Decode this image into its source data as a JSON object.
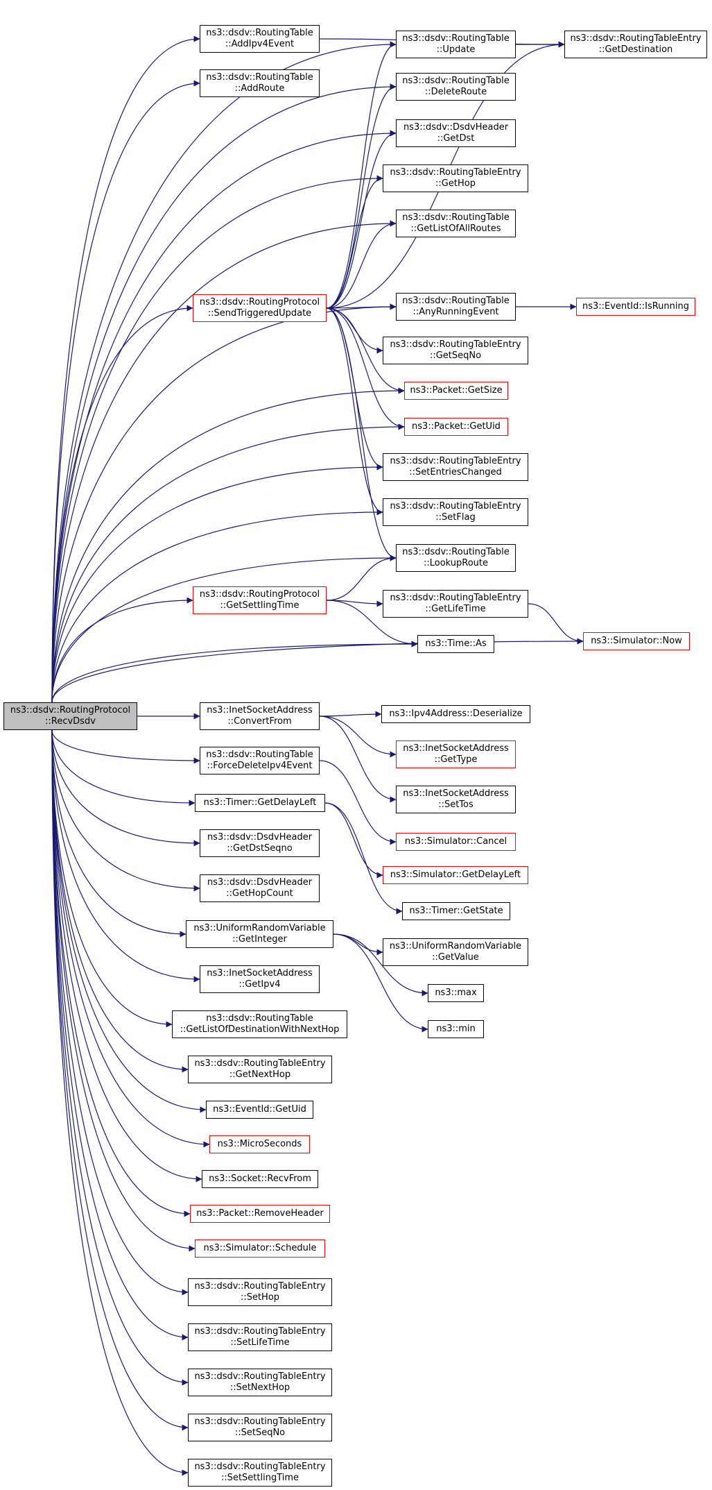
{
  "colors": {
    "edge": "#191970",
    "node_border": "#000000",
    "node_border_incomplete": "#ff0000",
    "root_fill": "#bfbfbf",
    "node_fill": "#ffffff"
  },
  "graph": {
    "root": {
      "id": "RecvDsdv",
      "lines": [
        "ns3::dsdv::RoutingProtocol",
        "::RecvDsdv"
      ]
    },
    "nodes": [
      {
        "id": "AddIpv4Event",
        "lines": [
          "ns3::dsdv::RoutingTable",
          "::AddIpv4Event"
        ],
        "red": false
      },
      {
        "id": "AddRoute",
        "lines": [
          "ns3::dsdv::RoutingTable",
          "::AddRoute"
        ],
        "red": false
      },
      {
        "id": "SendTriggeredUpdate",
        "lines": [
          "ns3::dsdv::RoutingProtocol",
          "::SendTriggeredUpdate"
        ],
        "red": true
      },
      {
        "id": "RT_Update",
        "lines": [
          "ns3::dsdv::RoutingTable",
          "::Update"
        ],
        "red": false
      },
      {
        "id": "RTE_GetDestination",
        "lines": [
          "ns3::dsdv::RoutingTableEntry",
          "::GetDestination"
        ],
        "red": false
      },
      {
        "id": "DeleteRoute",
        "lines": [
          "ns3::dsdv::RoutingTable",
          "::DeleteRoute"
        ],
        "red": false
      },
      {
        "id": "Hdr_GetDst",
        "lines": [
          "ns3::dsdv::DsdvHeader",
          "::GetDst"
        ],
        "red": false
      },
      {
        "id": "RTE_GetHop",
        "lines": [
          "ns3::dsdv::RoutingTableEntry",
          "::GetHop"
        ],
        "red": false
      },
      {
        "id": "GetListOfAllRoutes",
        "lines": [
          "ns3::dsdv::RoutingTable",
          "::GetListOfAllRoutes"
        ],
        "red": false
      },
      {
        "id": "AnyRunningEvent",
        "lines": [
          "ns3::dsdv::RoutingTable",
          "::AnyRunningEvent"
        ],
        "red": false
      },
      {
        "id": "EventId_IsRunning",
        "lines": [
          "ns3::EventId::IsRunning"
        ],
        "red": true
      },
      {
        "id": "RTE_GetSeqNo",
        "lines": [
          "ns3::dsdv::RoutingTableEntry",
          "::GetSeqNo"
        ],
        "red": false
      },
      {
        "id": "Packet_GetSize",
        "lines": [
          "ns3::Packet::GetSize"
        ],
        "red": true
      },
      {
        "id": "Packet_GetUid",
        "lines": [
          "ns3::Packet::GetUid"
        ],
        "red": true
      },
      {
        "id": "SetEntriesChanged",
        "lines": [
          "ns3::dsdv::RoutingTableEntry",
          "::SetEntriesChanged"
        ],
        "red": false
      },
      {
        "id": "RTE_SetFlag",
        "lines": [
          "ns3::dsdv::RoutingTableEntry",
          "::SetFlag"
        ],
        "red": false
      },
      {
        "id": "LookupRoute",
        "lines": [
          "ns3::dsdv::RoutingTable",
          "::LookupRoute"
        ],
        "red": false
      },
      {
        "id": "GetSettlingTime",
        "lines": [
          "ns3::dsdv::RoutingProtocol",
          "::GetSettlingTime"
        ],
        "red": true
      },
      {
        "id": "RTE_GetLifeTime",
        "lines": [
          "ns3::dsdv::RoutingTableEntry",
          "::GetLifeTime"
        ],
        "red": false
      },
      {
        "id": "Time_As",
        "lines": [
          "ns3::Time::As"
        ],
        "red": false
      },
      {
        "id": "Simulator_Now",
        "lines": [
          "ns3::Simulator::Now"
        ],
        "red": true
      },
      {
        "id": "ConvertFrom",
        "lines": [
          "ns3::InetSocketAddress",
          "::ConvertFrom"
        ],
        "red": false
      },
      {
        "id": "Ipv4_Deserialize",
        "lines": [
          "ns3::Ipv4Address::Deserialize"
        ],
        "red": false
      },
      {
        "id": "ISA_GetType",
        "lines": [
          "ns3::InetSocketAddress",
          "::GetType"
        ],
        "red": true
      },
      {
        "id": "ISA_SetTos",
        "lines": [
          "ns3::InetSocketAddress",
          "::SetTos"
        ],
        "red": false
      },
      {
        "id": "ForceDeleteIpv4Event",
        "lines": [
          "ns3::dsdv::RoutingTable",
          "::ForceDeleteIpv4Event"
        ],
        "red": false
      },
      {
        "id": "Timer_GetDelayLeft",
        "lines": [
          "ns3::Timer::GetDelayLeft"
        ],
        "red": false
      },
      {
        "id": "Simulator_Cancel",
        "lines": [
          "ns3::Simulator::Cancel"
        ],
        "red": true
      },
      {
        "id": "Simulator_GetDelayLeft",
        "lines": [
          "ns3::Simulator::GetDelayLeft"
        ],
        "red": true
      },
      {
        "id": "Timer_GetState",
        "lines": [
          "ns3::Timer::GetState"
        ],
        "red": false
      },
      {
        "id": "Hdr_GetDstSeqno",
        "lines": [
          "ns3::dsdv::DsdvHeader",
          "::GetDstSeqno"
        ],
        "red": false
      },
      {
        "id": "Hdr_GetHopCount",
        "lines": [
          "ns3::dsdv::DsdvHeader",
          "::GetHopCount"
        ],
        "red": false
      },
      {
        "id": "URV_GetInteger",
        "lines": [
          "ns3::UniformRandomVariable",
          "::GetInteger"
        ],
        "red": false
      },
      {
        "id": "URV_GetValue",
        "lines": [
          "ns3::UniformRandomVariable",
          "::GetValue"
        ],
        "red": false
      },
      {
        "id": "ns3_max",
        "lines": [
          "ns3::max"
        ],
        "red": false
      },
      {
        "id": "ns3_min",
        "lines": [
          "ns3::min"
        ],
        "red": false
      },
      {
        "id": "ISA_GetIpv4",
        "lines": [
          "ns3::InetSocketAddress",
          "::GetIpv4"
        ],
        "red": false
      },
      {
        "id": "GetListOfDestinationWithNextHop",
        "lines": [
          "ns3::dsdv::RoutingTable",
          "::GetListOfDestinationWithNextHop"
        ],
        "red": false
      },
      {
        "id": "RTE_GetNextHop",
        "lines": [
          "ns3::dsdv::RoutingTableEntry",
          "::GetNextHop"
        ],
        "red": false
      },
      {
        "id": "EventId_GetUid",
        "lines": [
          "ns3::EventId::GetUid"
        ],
        "red": false
      },
      {
        "id": "MicroSeconds",
        "lines": [
          "ns3::MicroSeconds"
        ],
        "red": true
      },
      {
        "id": "Socket_RecvFrom",
        "lines": [
          "ns3::Socket::RecvFrom"
        ],
        "red": false
      },
      {
        "id": "Packet_RemoveHeader",
        "lines": [
          "ns3::Packet::RemoveHeader"
        ],
        "red": true
      },
      {
        "id": "Simulator_Schedule",
        "lines": [
          "ns3::Simulator::Schedule"
        ],
        "red": true
      },
      {
        "id": "RTE_SetHop",
        "lines": [
          "ns3::dsdv::RoutingTableEntry",
          "::SetHop"
        ],
        "red": false
      },
      {
        "id": "RTE_SetLifeTime",
        "lines": [
          "ns3::dsdv::RoutingTableEntry",
          "::SetLifeTime"
        ],
        "red": false
      },
      {
        "id": "RTE_SetNextHop",
        "lines": [
          "ns3::dsdv::RoutingTableEntry",
          "::SetNextHop"
        ],
        "red": false
      },
      {
        "id": "RTE_SetSeqNo",
        "lines": [
          "ns3::dsdv::RoutingTableEntry",
          "::SetSeqNo"
        ],
        "red": false
      },
      {
        "id": "RTE_SetSettlingTime",
        "lines": [
          "ns3::dsdv::RoutingTableEntry",
          "::SetSettlingTime"
        ],
        "red": false
      }
    ],
    "edges": [
      [
        "RecvDsdv",
        "AddIpv4Event"
      ],
      [
        "RecvDsdv",
        "AddRoute"
      ],
      [
        "RecvDsdv",
        "RT_Update"
      ],
      [
        "RecvDsdv",
        "DeleteRoute"
      ],
      [
        "RecvDsdv",
        "Hdr_GetDst"
      ],
      [
        "RecvDsdv",
        "RTE_GetHop"
      ],
      [
        "RecvDsdv",
        "GetListOfAllRoutes"
      ],
      [
        "RecvDsdv",
        "SendTriggeredUpdate"
      ],
      [
        "RecvDsdv",
        "AnyRunningEvent"
      ],
      [
        "RecvDsdv",
        "Packet_GetSize"
      ],
      [
        "RecvDsdv",
        "Packet_GetUid"
      ],
      [
        "RecvDsdv",
        "SetEntriesChanged"
      ],
      [
        "RecvDsdv",
        "RTE_SetFlag"
      ],
      [
        "RecvDsdv",
        "LookupRoute"
      ],
      [
        "RecvDsdv",
        "GetSettlingTime"
      ],
      [
        "RecvDsdv",
        "Time_As"
      ],
      [
        "RecvDsdv",
        "Simulator_Now"
      ],
      [
        "RecvDsdv",
        "ConvertFrom"
      ],
      [
        "RecvDsdv",
        "ForceDeleteIpv4Event"
      ],
      [
        "RecvDsdv",
        "Timer_GetDelayLeft"
      ],
      [
        "RecvDsdv",
        "Hdr_GetDstSeqno"
      ],
      [
        "RecvDsdv",
        "Hdr_GetHopCount"
      ],
      [
        "RecvDsdv",
        "URV_GetInteger"
      ],
      [
        "RecvDsdv",
        "ISA_GetIpv4"
      ],
      [
        "RecvDsdv",
        "GetListOfDestinationWithNextHop"
      ],
      [
        "RecvDsdv",
        "RTE_GetNextHop"
      ],
      [
        "RecvDsdv",
        "EventId_GetUid"
      ],
      [
        "RecvDsdv",
        "MicroSeconds"
      ],
      [
        "RecvDsdv",
        "Socket_RecvFrom"
      ],
      [
        "RecvDsdv",
        "Packet_RemoveHeader"
      ],
      [
        "RecvDsdv",
        "Simulator_Schedule"
      ],
      [
        "RecvDsdv",
        "RTE_SetHop"
      ],
      [
        "RecvDsdv",
        "RTE_SetLifeTime"
      ],
      [
        "RecvDsdv",
        "RTE_SetNextHop"
      ],
      [
        "RecvDsdv",
        "RTE_SetSeqNo"
      ],
      [
        "RecvDsdv",
        "RTE_SetSettlingTime"
      ],
      [
        "AddIpv4Event",
        "RTE_GetDestination"
      ],
      [
        "RT_Update",
        "RTE_GetDestination"
      ],
      [
        "SendTriggeredUpdate",
        "RT_Update"
      ],
      [
        "SendTriggeredUpdate",
        "DeleteRoute"
      ],
      [
        "SendTriggeredUpdate",
        "Hdr_GetDst"
      ],
      [
        "SendTriggeredUpdate",
        "RTE_GetHop"
      ],
      [
        "SendTriggeredUpdate",
        "GetListOfAllRoutes"
      ],
      [
        "SendTriggeredUpdate",
        "RTE_GetDestination"
      ],
      [
        "SendTriggeredUpdate",
        "AnyRunningEvent"
      ],
      [
        "SendTriggeredUpdate",
        "RTE_GetSeqNo"
      ],
      [
        "SendTriggeredUpdate",
        "Packet_GetSize"
      ],
      [
        "SendTriggeredUpdate",
        "Packet_GetUid"
      ],
      [
        "SendTriggeredUpdate",
        "SetEntriesChanged"
      ],
      [
        "SendTriggeredUpdate",
        "RTE_SetFlag"
      ],
      [
        "SendTriggeredUpdate",
        "LookupRoute"
      ],
      [
        "AnyRunningEvent",
        "EventId_IsRunning"
      ],
      [
        "GetSettlingTime",
        "LookupRoute"
      ],
      [
        "GetSettlingTime",
        "RTE_GetLifeTime"
      ],
      [
        "GetSettlingTime",
        "Time_As"
      ],
      [
        "RTE_GetLifeTime",
        "Simulator_Now"
      ],
      [
        "ConvertFrom",
        "Ipv4_Deserialize"
      ],
      [
        "ConvertFrom",
        "ISA_GetType"
      ],
      [
        "ConvertFrom",
        "ISA_SetTos"
      ],
      [
        "ForceDeleteIpv4Event",
        "Simulator_Cancel"
      ],
      [
        "Timer_GetDelayLeft",
        "Simulator_GetDelayLeft"
      ],
      [
        "Timer_GetDelayLeft",
        "Timer_GetState"
      ],
      [
        "URV_GetInteger",
        "URV_GetValue"
      ],
      [
        "URV_GetInteger",
        "ns3_max"
      ],
      [
        "URV_GetInteger",
        "ns3_min"
      ]
    ]
  }
}
